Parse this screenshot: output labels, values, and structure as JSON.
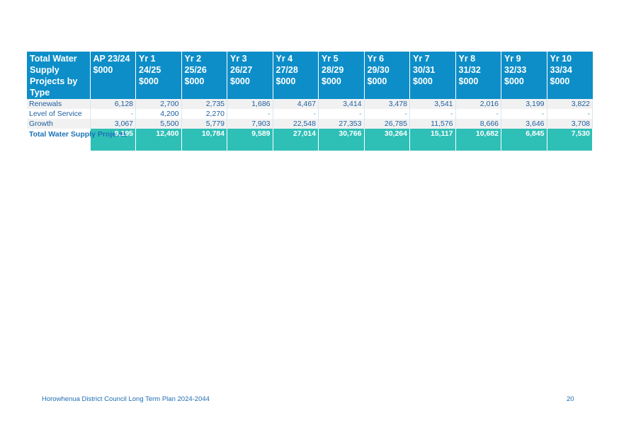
{
  "table": {
    "headers": [
      "Total Water Supply Projects by Type",
      "AP 23/24 $000",
      "Yr 1 24/25 $000",
      "Yr 2 25/26 $000",
      "Yr 3 26/27 $000",
      "Yr 4 27/28 $000",
      "Yr 5 28/29 $000",
      "Yr 6 29/30 $000",
      "Yr 7 30/31 $000",
      "Yr 8 31/32 $000",
      "Yr 9 32/33 $000",
      "Yr 10 33/34 $000"
    ],
    "rows": [
      {
        "label": "Renewals",
        "values": [
          "6,128",
          "2,700",
          "2,735",
          "1,686",
          "4,467",
          "3,414",
          "3,478",
          "3,541",
          "2,016",
          "3,199",
          "3,822"
        ]
      },
      {
        "label": "Level of Service",
        "values": [
          "-",
          "4,200",
          "2,270",
          "-",
          "-",
          "-",
          "-",
          "-",
          "-",
          "-",
          "-"
        ]
      },
      {
        "label": "Growth",
        "values": [
          "3,067",
          "5,500",
          "5,779",
          "7,903",
          "22,548",
          "27,353",
          "26,785",
          "11,576",
          "8,666",
          "3,646",
          "3,708"
        ]
      }
    ],
    "total": {
      "label": "Total Water Supply Projects",
      "values": [
        "9,195",
        "12,400",
        "10,784",
        "9,589",
        "27,014",
        "30,766",
        "30,264",
        "15,117",
        "10,682",
        "6,845",
        "7,530"
      ]
    }
  },
  "footer": {
    "left": "Horowhenua District Council Long Term Plan 2024-2044",
    "page_number": "20"
  }
}
